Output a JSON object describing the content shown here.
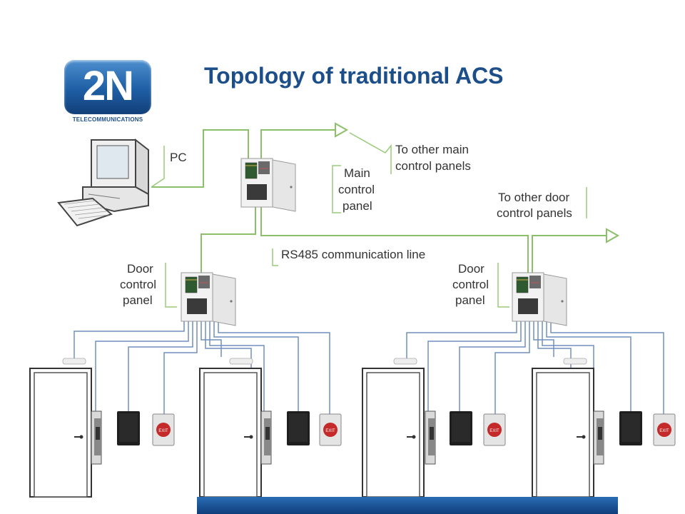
{
  "title": "Topology of traditional ACS",
  "logo": {
    "text": "2N",
    "subtitle": "TELECOMMUNICATIONS"
  },
  "labels": {
    "pc": "PC",
    "main_control_panel": [
      "Main",
      "control",
      "panel"
    ],
    "to_other_main": [
      "To other main",
      "control panels"
    ],
    "to_other_door": [
      "To other door",
      "control panels"
    ],
    "rs485": "RS485 communication line",
    "door_control_panel_left": [
      "Door",
      "control",
      "panel"
    ],
    "door_control_panel_right": [
      "Door",
      "control",
      "panel"
    ]
  },
  "exit_button_text": "EXIT",
  "colors": {
    "title": "#1c4e8a",
    "green_line": "#8cbf6a",
    "blue_line": "#6f8fbd",
    "bracket": "#9acb7a"
  }
}
